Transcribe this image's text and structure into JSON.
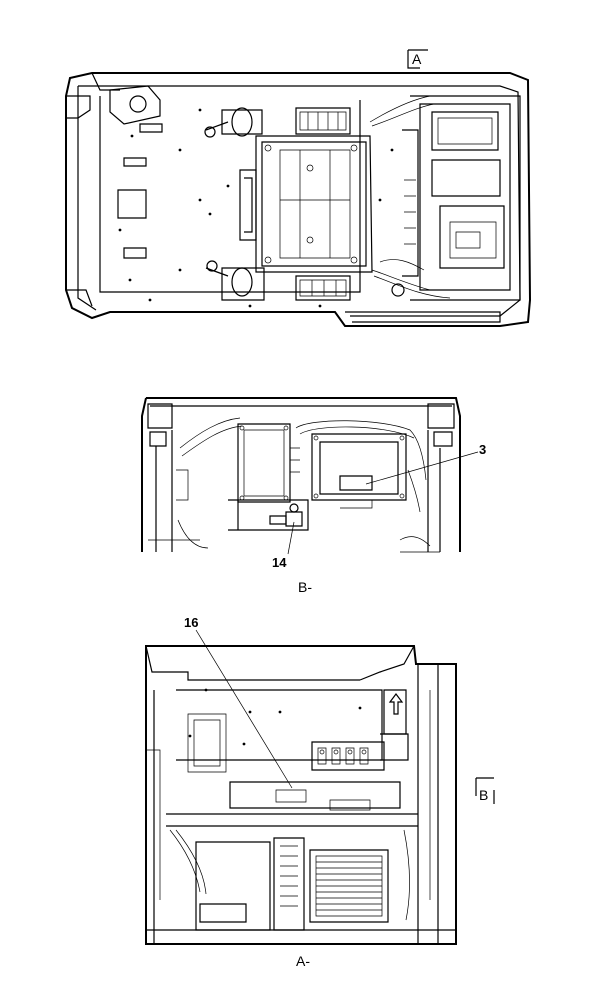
{
  "views": {
    "top": {
      "section_marker": "A"
    },
    "view_b": {
      "caption": "B-"
    },
    "view_a": {
      "caption": "A-",
      "section_marker": "B"
    }
  },
  "callouts": {
    "c3": "3",
    "c14": "14",
    "c16": "16"
  }
}
